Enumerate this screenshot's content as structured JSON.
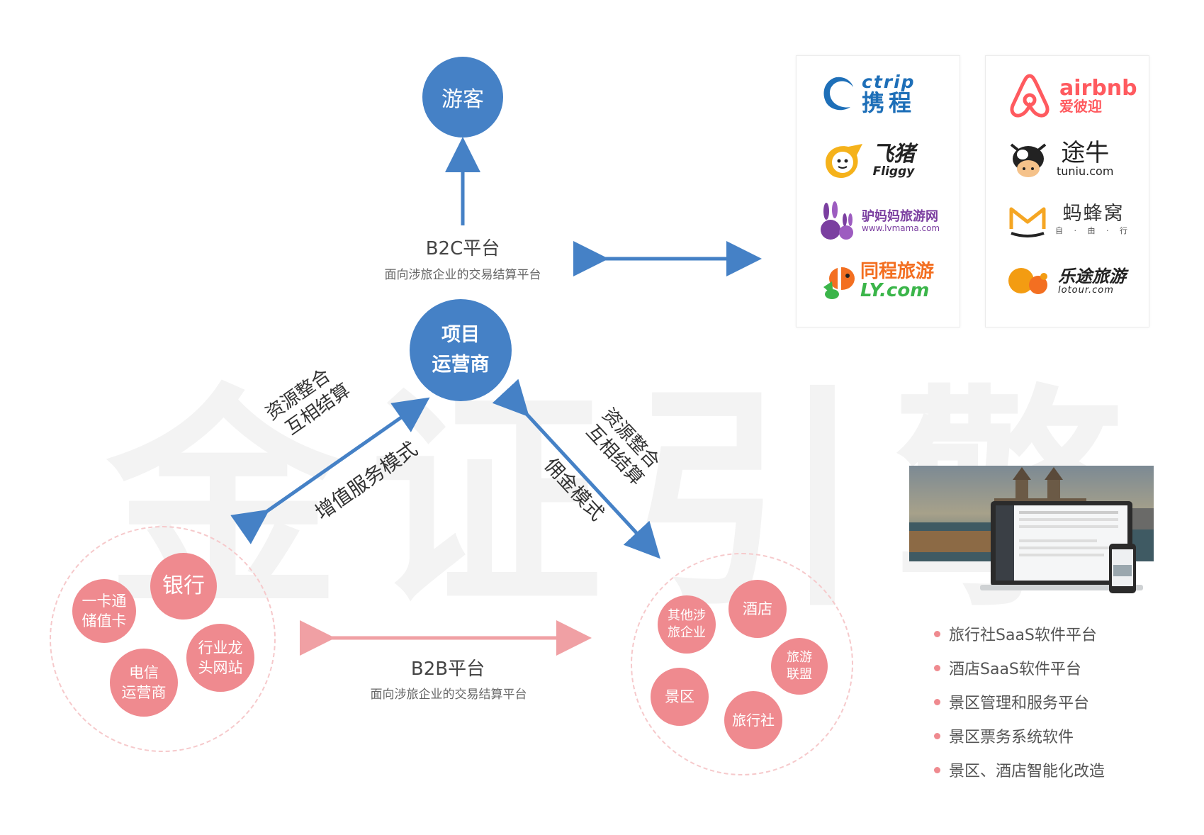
{
  "watermark": "金证引擎",
  "top_node": {
    "label": "游客"
  },
  "center_node": {
    "line1": "项目",
    "line2": "运营商"
  },
  "b2c": {
    "title": "B2C平台",
    "subtitle": "面向涉旅企业的交易结算平台"
  },
  "b2b": {
    "title": "B2B平台",
    "subtitle": "面向涉旅企业的交易结算平台"
  },
  "left_edge": {
    "line1": "资源整合",
    "line2": "互相结算",
    "mode": "增值服务模式"
  },
  "right_edge": {
    "line1": "资源整合",
    "line2": "互相结算",
    "mode": "佣金模式"
  },
  "left_cluster": {
    "bank": "银行",
    "card": [
      "一卡通",
      "储值卡"
    ],
    "telecom": [
      "电信",
      "运营商"
    ],
    "portal": [
      "行业龙",
      "头网站"
    ]
  },
  "right_cluster": {
    "other": [
      "其他涉",
      "旅企业"
    ],
    "hotel": "酒店",
    "alliance": [
      "旅游",
      "联盟"
    ],
    "scenic": "景区",
    "agency": "旅行社"
  },
  "logos_left": {
    "ctrip": {
      "en": "ctrip",
      "cn": "携程"
    },
    "fliggy": {
      "cn": "飞猪",
      "en": "Fliggy"
    },
    "lvmama": {
      "cn": "驴妈妈旅游网",
      "en": "www.lvmama.com"
    },
    "ly": {
      "cn": "同程旅游",
      "en": "LY.com"
    }
  },
  "logos_right": {
    "airbnb": {
      "en": "airbnb",
      "cn": "爱彼迎"
    },
    "tuniu": {
      "cn": "途牛",
      "en": "tuniu.com"
    },
    "mafengwo": {
      "cn": "蚂蜂窝",
      "sub": "自 · 由 · 行"
    },
    "lotour": {
      "cn": "乐途旅游",
      "en": "lotour.com"
    }
  },
  "features": [
    "旅行社SaaS软件平台",
    "酒店SaaS软件平台",
    "景区管理和服务平台",
    "景区票务系统软件",
    "景区、酒店智能化改造"
  ],
  "colors": {
    "blue": "#4581c6",
    "pink": "#ef8a8f",
    "dashed": "#f6c9cb"
  }
}
